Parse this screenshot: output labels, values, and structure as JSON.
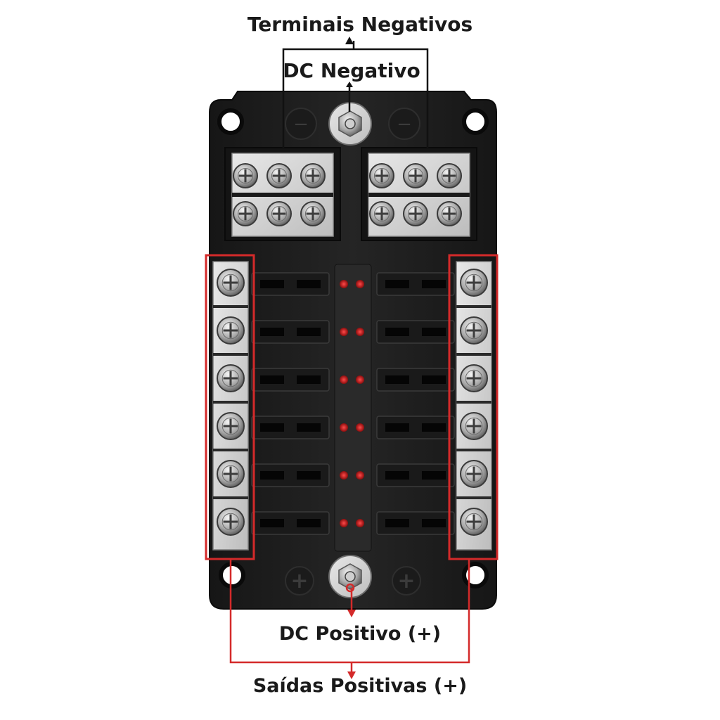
{
  "labels": {
    "negative_terminals": "Terminais Negativos",
    "dc_negative": "DC Negativo",
    "dc_positive": "DC Positivo (+)",
    "positive_outputs": "Saídas Positivas (+)"
  },
  "symbols": {
    "minus": "−",
    "plus": "+"
  },
  "fuse_block": {
    "negative_bus_terminals": 12,
    "positive_output_terminals": 12,
    "fuse_slots": 12,
    "led_count": 12
  },
  "colors": {
    "annotation_black": "#111111",
    "annotation_red": "#d42a2a",
    "body": "#1e1e1e",
    "led": "#d11a1a"
  }
}
